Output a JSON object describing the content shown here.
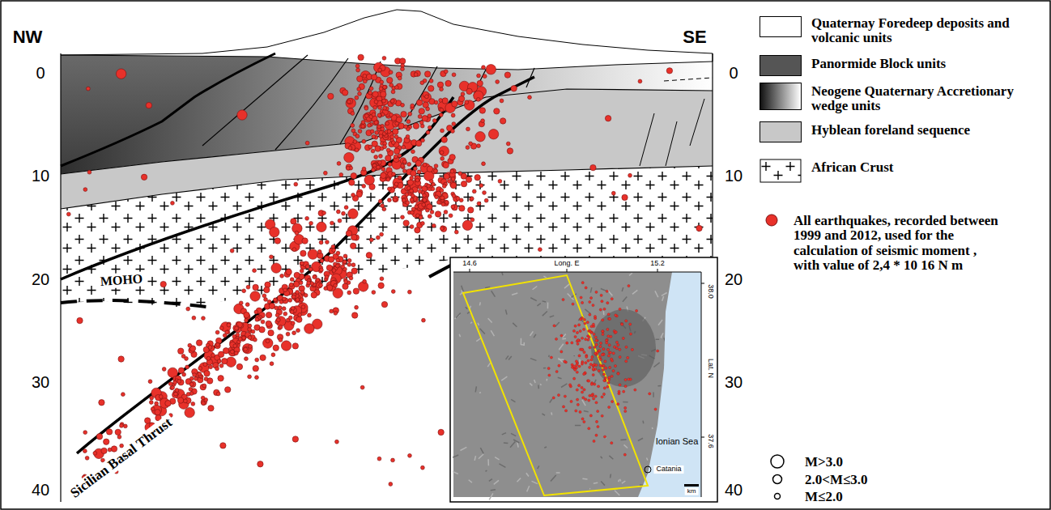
{
  "diagram": {
    "labels": [
      "NW",
      "SE",
      "0",
      "10",
      "20",
      "30",
      "40",
      "0",
      "10",
      "20",
      "30",
      "40",
      "MOHO",
      "Sicilian Basal Thrust",
      "14.6",
      "Long. E",
      "15.2",
      "38.0",
      "Lat. N",
      "37.6",
      "Ionian Sea",
      "Catania",
      "km"
    ],
    "legend": [
      {
        "text": "Quaternay Foredeep deposits and volcanic units",
        "color": "#ffffff"
      },
      {
        "text": "Panormide Block units",
        "color": "#555555"
      },
      {
        "text": "Neogene Quaternary Accretionary wedge units"
      },
      {
        "text": "Hyblean foreland sequence",
        "color": "#c8c8c8"
      },
      {
        "text": "African Crust"
      },
      {
        "text": "All earthquakes, recorded between 1999 and 2012, used for the calculation of seismic moment , with value of 2,4 * 10 16 N m",
        "color": "#e8312a"
      },
      {
        "text": "M>3.0"
      },
      {
        "text": "2.0<M≤3.0"
      },
      {
        "text": "M≤2.0"
      }
    ]
  }
}
